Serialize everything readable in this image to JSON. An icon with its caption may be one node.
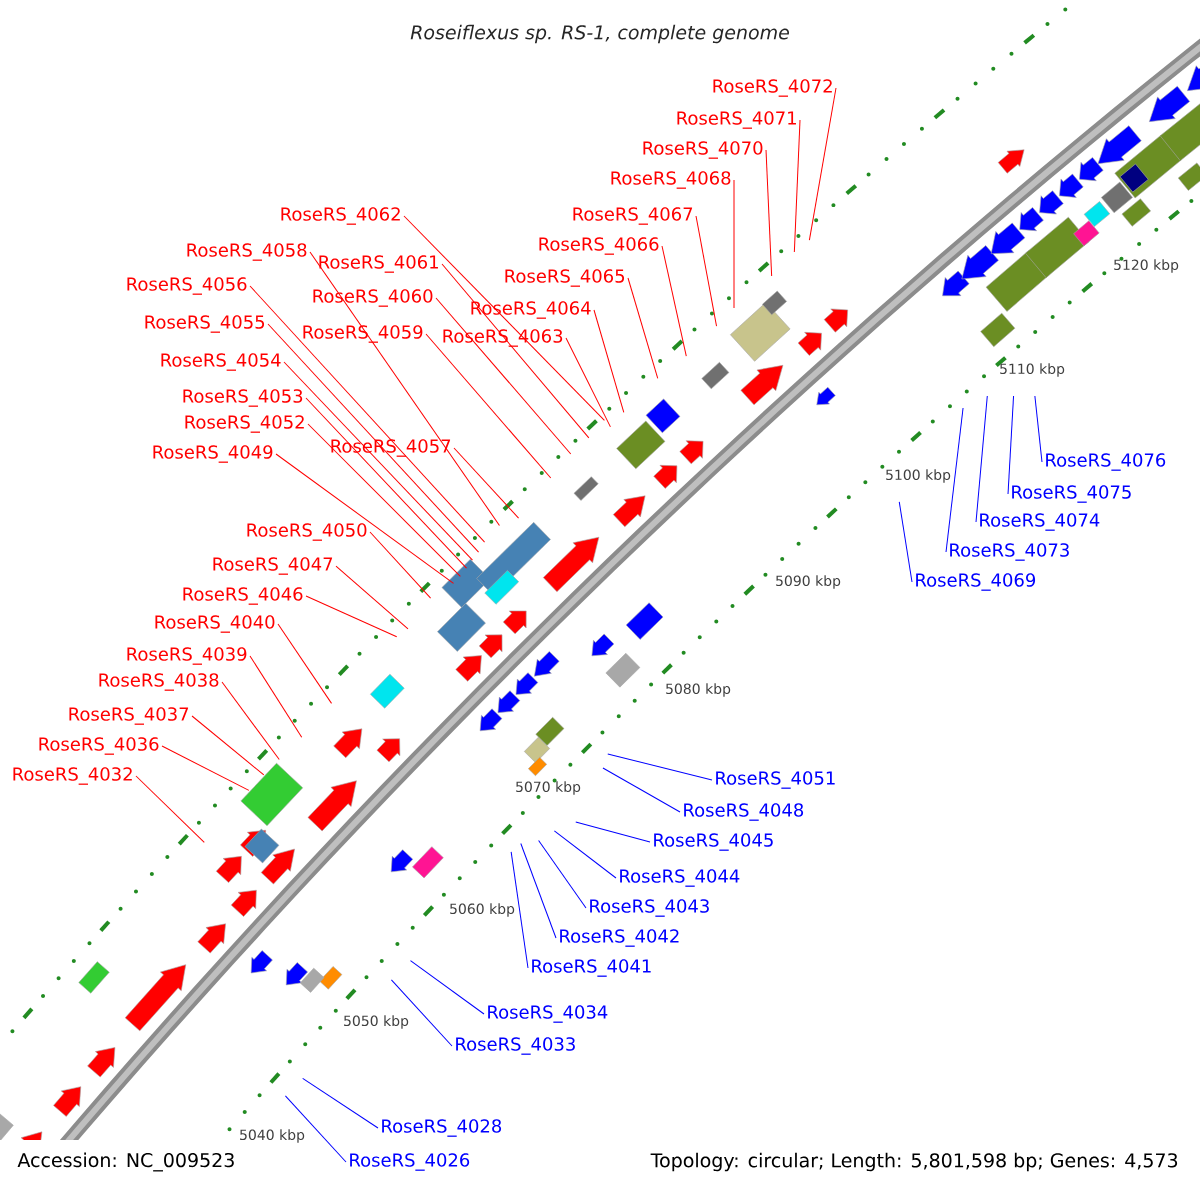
{
  "diagram": {
    "title": "Roseiflexus sp. RS-1, complete genome",
    "nodes": [
      {
        "text": [
          "RoseRS_4072"
        ]
      },
      {
        "text": [
          "RoseRS_4071"
        ]
      },
      {
        "text": [
          "RoseRS_4070"
        ]
      },
      {
        "text": [
          "RoseRS_4068"
        ]
      },
      {
        "text": [
          "RoseRS_4062"
        ]
      },
      {
        "text": [
          "RoseRS_4067"
        ]
      },
      {
        "text": [
          "RoseRS_4066"
        ]
      },
      {
        "text": [
          "RoseRS_4058"
        ]
      },
      {
        "text": [
          "RoseRS_4061"
        ]
      },
      {
        "text": [
          "RoseRS_4065"
        ]
      },
      {
        "text": [
          "RoseRS_4056"
        ]
      },
      {
        "text": [
          "RoseRS_4060"
        ]
      },
      {
        "text": [
          "RoseRS_4064"
        ]
      },
      {
        "text": [
          "RoseRS_4055"
        ]
      },
      {
        "text": [
          "RoseRS_4059"
        ]
      },
      {
        "text": [
          "RoseRS_4063"
        ]
      },
      {
        "text": [
          "RoseRS_4054"
        ]
      },
      {
        "text": [
          "RoseRS_4053"
        ]
      },
      {
        "text": [
          "RoseRS_4052"
        ]
      },
      {
        "text": [
          "RoseRS_4057"
        ]
      },
      {
        "text": [
          "RoseRS_4049"
        ]
      },
      {
        "text": [
          "RoseRS_4076"
        ]
      },
      {
        "text": [
          "RoseRS_4075"
        ]
      },
      {
        "text": [
          "RoseRS_4074"
        ]
      },
      {
        "text": [
          "RoseRS_4050"
        ]
      },
      {
        "text": [
          "RoseRS_4073"
        ]
      },
      {
        "text": [
          "RoseRS_4047"
        ]
      },
      {
        "text": [
          "RoseRS_4069"
        ]
      },
      {
        "text": [
          "RoseRS_4046"
        ]
      },
      {
        "text": [
          "RoseRS_4040"
        ]
      },
      {
        "text": [
          "RoseRS_4039"
        ]
      },
      {
        "text": [
          "RoseRS_4038"
        ]
      },
      {
        "text": [
          "RoseRS_4037"
        ]
      },
      {
        "text": [
          "RoseRS_4036"
        ]
      },
      {
        "text": [
          "RoseRS_4032"
        ]
      },
      {
        "text": [
          "RoseRS_4051"
        ]
      },
      {
        "text": [
          "RoseRS_4048"
        ]
      },
      {
        "text": [
          "RoseRS_4045"
        ]
      },
      {
        "text": [
          "RoseRS_4044"
        ]
      },
      {
        "text": [
          "RoseRS_4043"
        ]
      },
      {
        "text": [
          "RoseRS_4042"
        ]
      },
      {
        "text": [
          "RoseRS_4041"
        ]
      },
      {
        "text": [
          "RoseRS_4034"
        ]
      },
      {
        "text": [
          "RoseRS_4033"
        ]
      },
      {
        "text": [
          "RoseRS_4028"
        ]
      },
      {
        "text": [
          "RoseRS_4026"
        ]
      }
    ],
    "edges": [
      {
        "from": 0,
        "to": null,
        "arrow": "none"
      },
      {
        "from": 1,
        "to": null,
        "arrow": "none"
      },
      {
        "from": 2,
        "to": null,
        "arrow": "none"
      },
      {
        "from": 3,
        "to": null,
        "arrow": "none"
      },
      {
        "from": 4,
        "to": null,
        "arrow": "none"
      },
      {
        "from": 5,
        "to": null,
        "arrow": "none"
      },
      {
        "from": 6,
        "to": null,
        "arrow": "none"
      },
      {
        "from": 7,
        "to": null,
        "arrow": "none"
      },
      {
        "from": 8,
        "to": null,
        "arrow": "none"
      },
      {
        "from": 9,
        "to": null,
        "arrow": "none"
      },
      {
        "from": 10,
        "to": null,
        "arrow": "none"
      },
      {
        "from": 11,
        "to": null,
        "arrow": "none"
      },
      {
        "from": 12,
        "to": null,
        "arrow": "none"
      },
      {
        "from": 13,
        "to": null,
        "arrow": "none"
      },
      {
        "from": 14,
        "to": null,
        "arrow": "none"
      },
      {
        "from": 15,
        "to": null,
        "arrow": "none"
      },
      {
        "from": 16,
        "to": null,
        "arrow": "none"
      },
      {
        "from": 17,
        "to": null,
        "arrow": "none"
      },
      {
        "from": 18,
        "to": null,
        "arrow": "none"
      },
      {
        "from": 19,
        "to": null,
        "arrow": "none"
      },
      {
        "from": 20,
        "to": null,
        "arrow": "none"
      },
      {
        "from": 21,
        "to": null,
        "arrow": "none",
        "color": "#0000ff"
      },
      {
        "from": 22,
        "to": null,
        "arrow": "none",
        "color": "#0000ff"
      },
      {
        "from": 23,
        "to": null,
        "arrow": "none",
        "color": "#0000ff"
      },
      {
        "from": 24,
        "to": null,
        "arrow": "none"
      },
      {
        "from": 25,
        "to": null,
        "arrow": "none",
        "color": "#0000ff"
      },
      {
        "from": 26,
        "to": null,
        "arrow": "none"
      },
      {
        "from": 27,
        "to": null,
        "arrow": "none",
        "color": "#0000ff"
      },
      {
        "from": 28,
        "to": null,
        "arrow": "none"
      },
      {
        "from": 29,
        "to": null,
        "arrow": "none"
      },
      {
        "from": 30,
        "to": null,
        "arrow": "none"
      },
      {
        "from": 31,
        "to": null,
        "arrow": "none"
      },
      {
        "from": 32,
        "to": null,
        "arrow": "none"
      },
      {
        "from": 33,
        "to": null,
        "arrow": "none"
      },
      {
        "from": 34,
        "to": null,
        "arrow": "none"
      },
      {
        "from": 35,
        "to": null,
        "arrow": "none",
        "color": "#0000ff"
      },
      {
        "from": 36,
        "to": null,
        "arrow": "none",
        "color": "#0000ff"
      },
      {
        "from": 37,
        "to": null,
        "arrow": "none",
        "color": "#0000ff"
      },
      {
        "from": 38,
        "to": null,
        "arrow": "none",
        "color": "#0000ff"
      },
      {
        "from": 39,
        "to": null,
        "arrow": "none",
        "color": "#0000ff"
      },
      {
        "from": 40,
        "to": null,
        "arrow": "none",
        "color": "#0000ff"
      },
      {
        "from": 41,
        "to": null,
        "arrow": "none",
        "color": "#0000ff"
      },
      {
        "from": 42,
        "to": null,
        "arrow": "none",
        "color": "#0000ff"
      },
      {
        "from": 43,
        "to": null,
        "arrow": "none",
        "color": "#0000ff"
      },
      {
        "from": 44,
        "to": null,
        "arrow": "none",
        "color": "#0000ff"
      },
      {
        "from": 45,
        "to": null,
        "arrow": "none",
        "color": "#0000ff"
      }
    ],
    "labels": [
      "5120 kbp",
      "5110 kbp",
      "5100 kbp",
      "5090 kbp",
      "5080 kbp",
      "5070 kbp",
      "5060 kbp",
      "5050 kbp",
      "5040 kbp",
      "Accession: NC_009523",
      "Topology: circular; Length: 5,801,598 bp; Genes: 4,573"
    ]
  }
}
